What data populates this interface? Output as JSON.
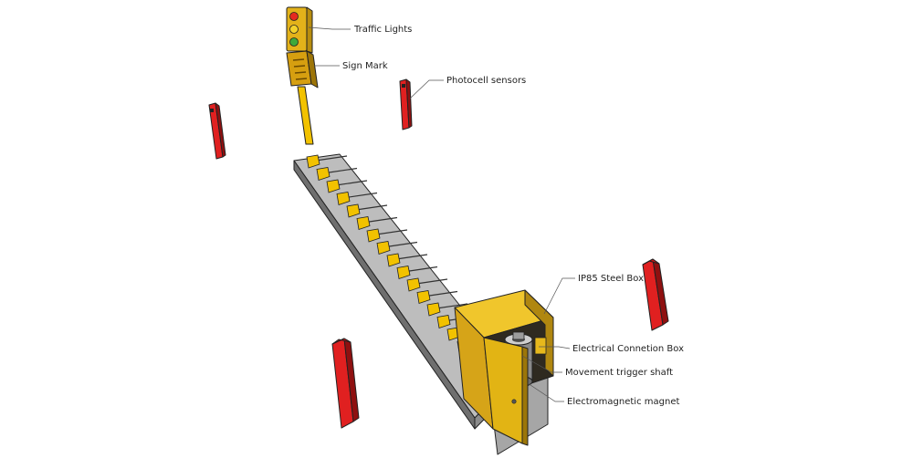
{
  "labels": {
    "traffic_lights": "Traffic Lights",
    "sign_mark": "Sign Mark",
    "photocell_sensors": "Photocell sensors",
    "steel_box": "IP85 Steel Box",
    "connection_box": "Electrical Connetion Box",
    "trigger_shaft": "Movement trigger shaft",
    "magnet": "Electromagnetic magnet"
  },
  "colors": {
    "barrier_yellow": "#f2c200",
    "box_yellow": "#e0b214",
    "sensor_red": "#e02020",
    "concrete": "#b9b9b9",
    "leader_line": "#555555"
  },
  "icons": {
    "traffic_light": "traffic-light-icon",
    "sign": "sign-board-icon",
    "sensor": "photocell-post-icon",
    "road_blocker": "spike-barrier-icon",
    "cabinet": "steel-cabinet-icon"
  }
}
